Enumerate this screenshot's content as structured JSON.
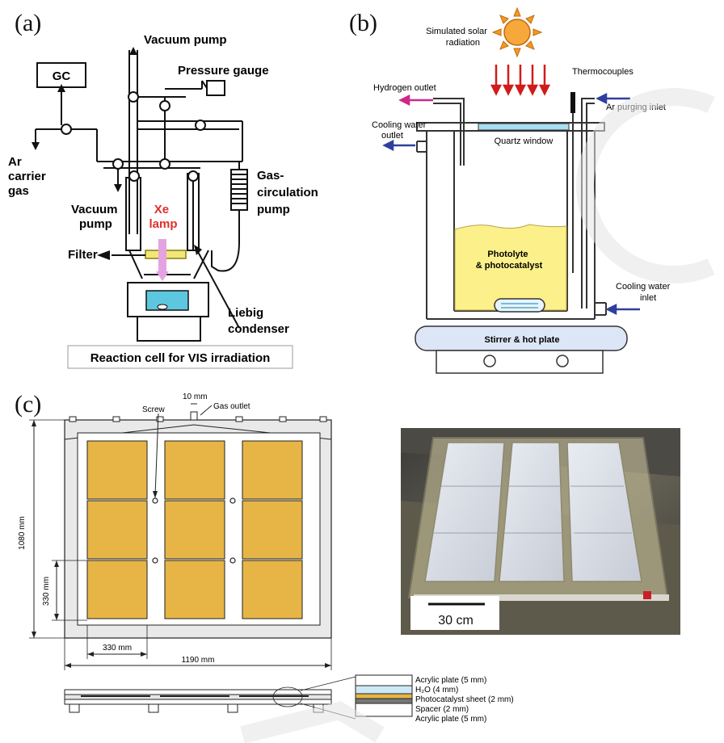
{
  "panels": {
    "a": {
      "label": "(a)",
      "gc": "GC",
      "vacuum_pump_top": "Vacuum pump",
      "pressure_gauge": "Pressure gauge",
      "ar_carrier_gas": [
        "Ar",
        "carrier",
        "gas"
      ],
      "vacuum_pump_side": [
        "Vacuum",
        "pump"
      ],
      "xe_lamp": [
        "Xe",
        "lamp"
      ],
      "filter": "Filter",
      "gas_circulation": [
        "Gas-",
        "circulation",
        "pump"
      ],
      "liebig": [
        "Liebig",
        "condenser"
      ],
      "reaction_cell": "Reaction cell for VIS irradiation"
    },
    "b": {
      "label": "(b)",
      "simulated_solar": [
        "Simulated solar",
        "radiation"
      ],
      "hydrogen_outlet": "Hydrogen outlet",
      "thermocouples": "Thermocouples",
      "ar_purging": "Ar purging inlet",
      "cooling_outlet": [
        "Cooling water",
        "outlet"
      ],
      "quartz_window": "Quartz window",
      "photolyte": [
        "Photolyte",
        "& photocatalyst"
      ],
      "cooling_inlet": [
        "Cooling water",
        "inlet"
      ],
      "stirrer": "Stirrer & hot plate"
    },
    "c": {
      "label": "(c)",
      "screw": "Screw",
      "ten_mm": "10 mm",
      "gas_outlet": "Gas outlet",
      "dim_1080": "1080 mm",
      "dim_330_v": "330 mm",
      "dim_330_h": "330 mm",
      "dim_1190": "1190 mm",
      "scale_bar": "30 cm",
      "layers": [
        "Acrylic plate (5 mm)",
        "H₂O (4 mm)",
        "Photocatalyst sheet (2 mm)",
        "Spacer (2 mm)",
        "Acrylic plate (5 mm)"
      ]
    }
  },
  "colors": {
    "lamp_red": "#e0302a",
    "water_blue": "#5ec7e0",
    "sunburst": "#f39a1e",
    "solar_arrows": "#d01c1c",
    "hydrogen_arrow": "#d0278a",
    "blue_arrows": "#2f3f9e",
    "photolyte_yellow": "#fbf08a",
    "panel_yellow": "#e6b545",
    "stirrer_blue": "#dde6f7"
  }
}
